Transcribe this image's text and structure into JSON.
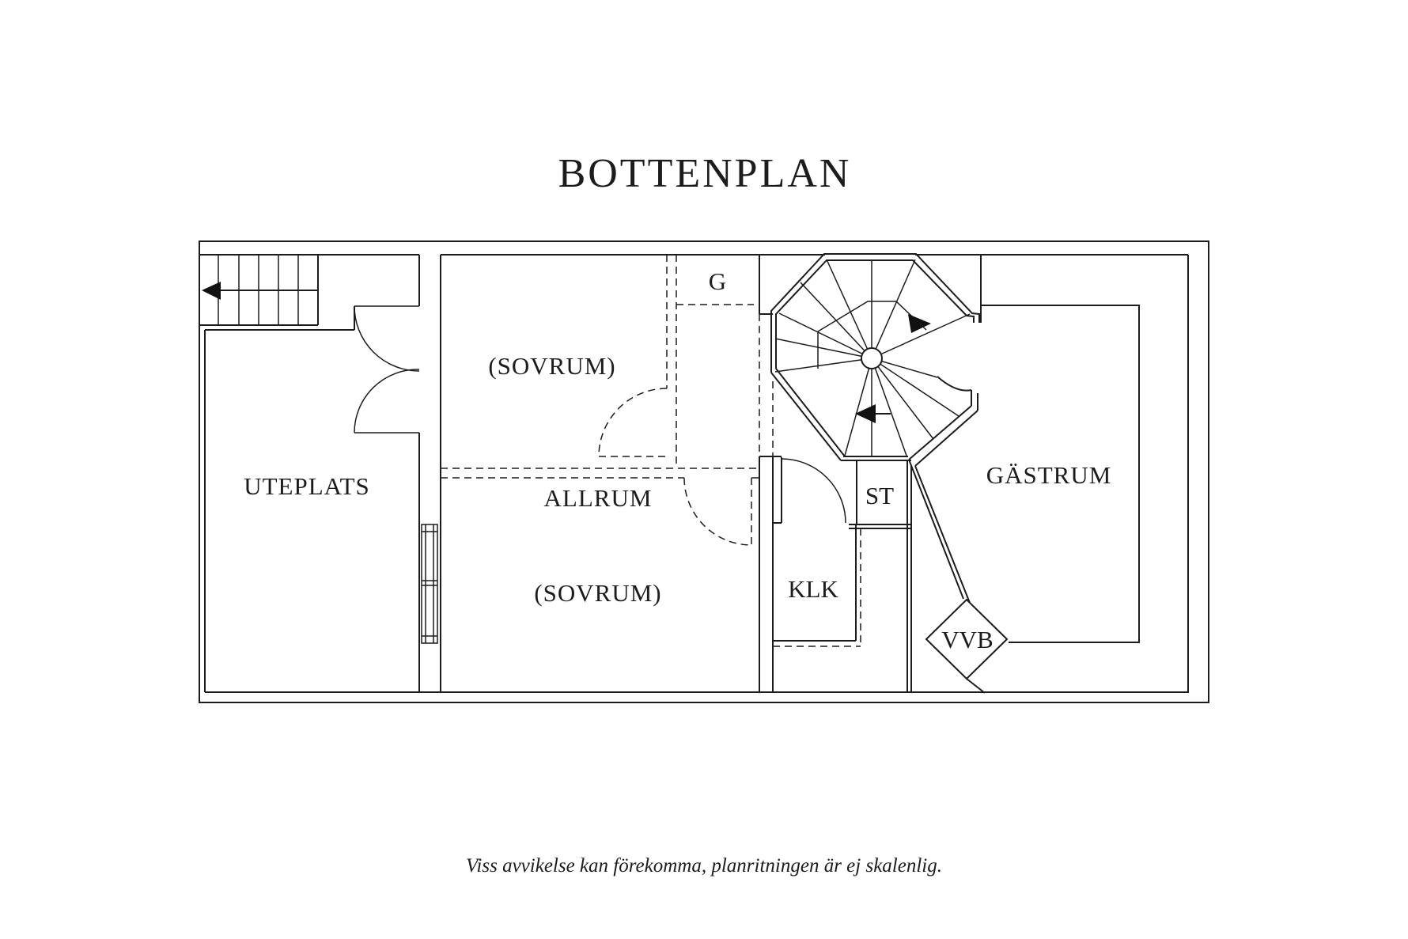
{
  "page": {
    "background": "#ffffff",
    "line_color": "#1c1c1c"
  },
  "title": "BOTTENPLAN",
  "footer_disclaimer": "Viss avvikelse kan förekomma, planritningen är ej skalenlig.",
  "rooms": {
    "uteplats": "UTEPLATS",
    "sovrum_upper": "(SOVRUM)",
    "allrum": "ALLRUM",
    "sovrum_lower": "(SOVRUM)",
    "garderob": "G",
    "stadsskap": "ST",
    "klk": "KLK",
    "gastrum": "GÄSTRUM",
    "vvb": "VVB"
  },
  "icons": {
    "stair_direction_arrows": "black triangular direction arrows on staircases"
  }
}
